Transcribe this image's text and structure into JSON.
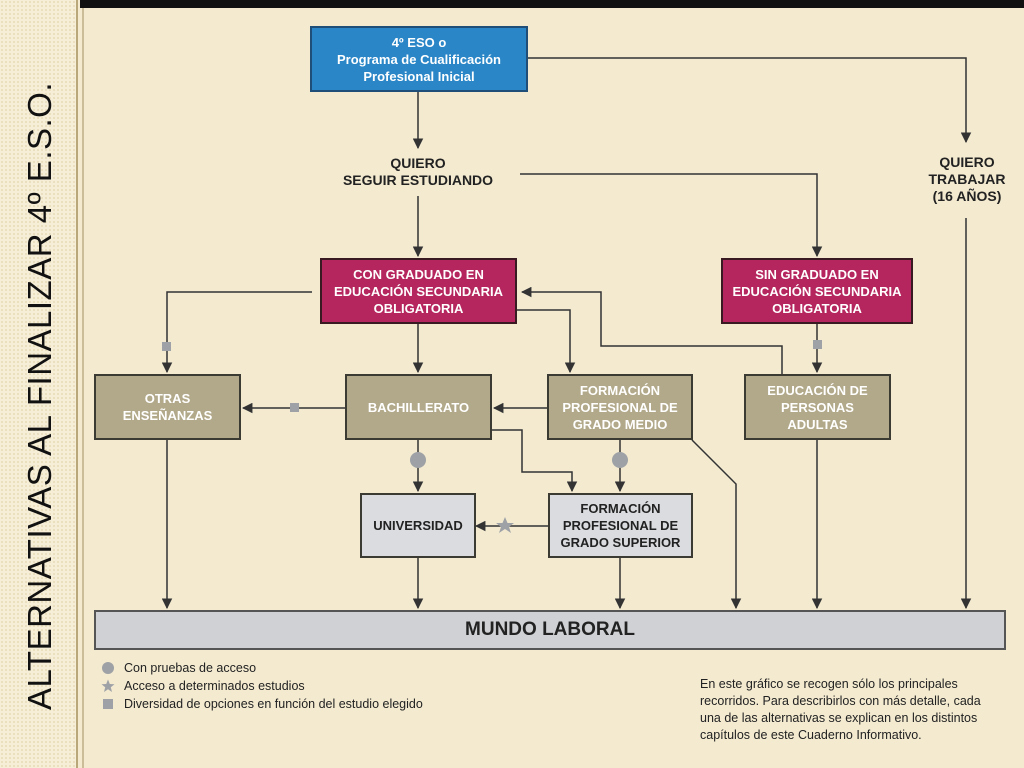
{
  "sidebar": {
    "title": "ALTERNATIVAS AL FINALIZAR 4º E.S.O."
  },
  "nodes": {
    "start": "4º ESO o\nPrograma de Cualificación\nProfesional Inicial",
    "seguir": "QUIERO\nSEGUIR ESTUDIANDO",
    "trabajar": "QUIERO\nTRABAJAR\n(16 AÑOS)",
    "con_graduado": "CON GRADUADO EN\nEDUCACIÓN SECUNDARIA\nOBLIGATORIA",
    "sin_graduado": "SIN GRADUADO EN\nEDUCACIÓN SECUNDARIA\nOBLIGATORIA",
    "otras": "OTRAS\nENSEÑANZAS",
    "bachillerato": "BACHILLERATO",
    "fp_medio": "FORMACIÓN\nPROFESIONAL DE\nGRADO MEDIO",
    "adultos": "EDUCACIÓN DE\nPERSONAS\nADULTAS",
    "universidad": "UNIVERSIDAD",
    "fp_superior": "FORMACIÓN\nPROFESIONAL DE\nGRADO SUPERIOR",
    "mundo": "MUNDO LABORAL"
  },
  "legend": [
    {
      "icon": "circle",
      "label": "Con pruebas de acceso"
    },
    {
      "icon": "star",
      "label": "Acceso a determinados estudios"
    },
    {
      "icon": "square",
      "label": "Diversidad de opciones en función del estudio elegido"
    }
  ],
  "note": "En este gráfico se recogen sólo los principales recorridos. Para describirlos con más detalle, cada una de las alternativas se explican en los distintos capítulos de este Cuaderno Informativo.",
  "colors": {
    "blue": "#2a86c7",
    "magenta": "#b5265e",
    "tan": "#b2a98a",
    "gray": "#dadcdf",
    "line": "#3b3a33",
    "marker": "#9ea1a5"
  }
}
